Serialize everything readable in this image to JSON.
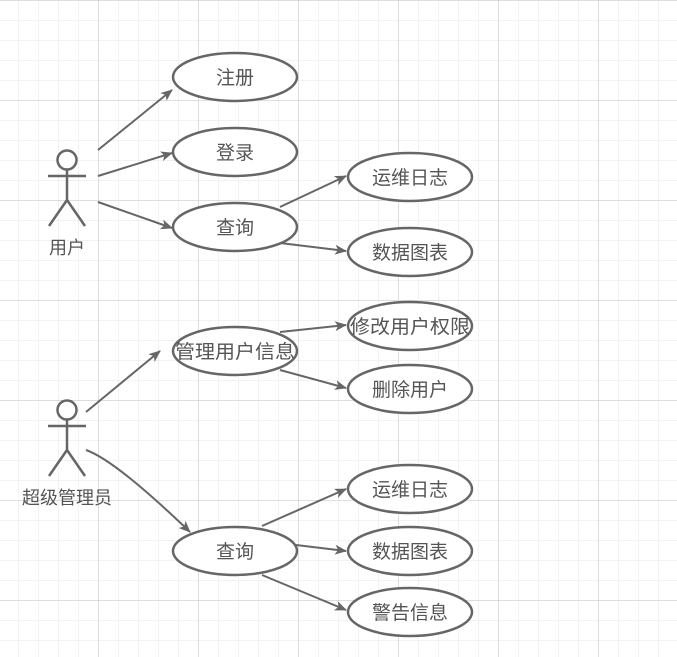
{
  "colors": {
    "stroke": "#666666",
    "text": "#555555",
    "grid_minor": "#e6e6e6",
    "grid_major": "#bdbdbd",
    "background": "#ffffff"
  },
  "actors": {
    "user": "用户",
    "admin": "超级管理员"
  },
  "use_cases": {
    "register": "注册",
    "login": "登录",
    "user_query": "查询",
    "user_ops_log": "运维日志",
    "user_data_chart": "数据图表",
    "manage_user_info": "管理用户信息",
    "modify_permission": "修改用户权限",
    "delete_user": "删除用户",
    "admin_query": "查询",
    "admin_ops_log": "运维日志",
    "admin_data_chart": "数据图表",
    "alert_info": "警告信息"
  }
}
